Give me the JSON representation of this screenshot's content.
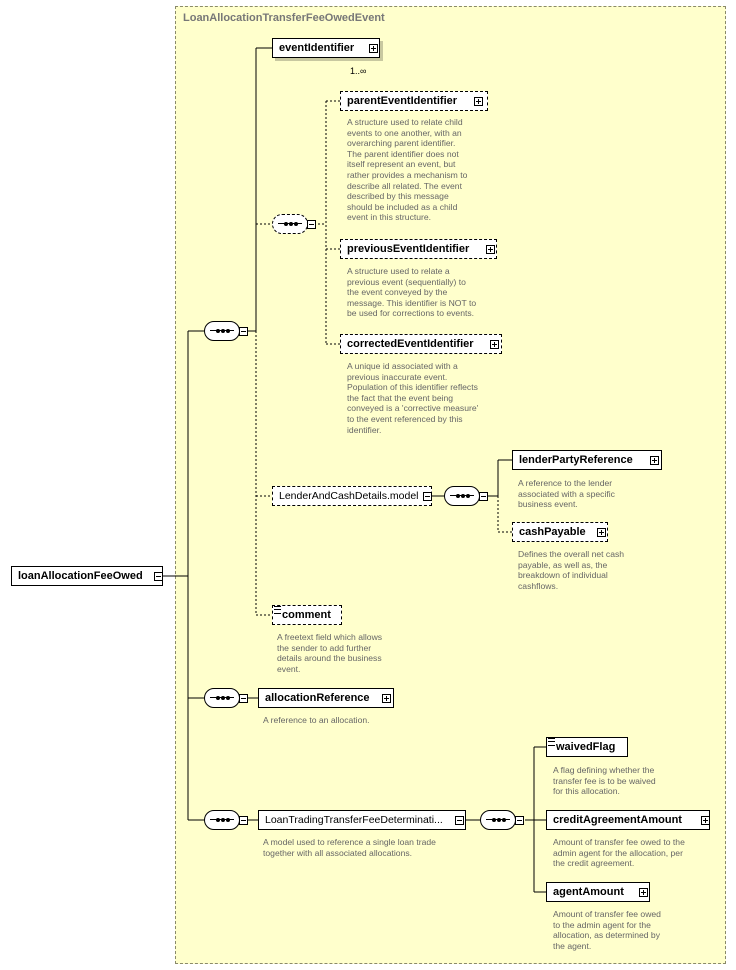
{
  "region": {
    "title": "LoanAllocationTransferFeeOwedEvent"
  },
  "root": {
    "label": "loanAllocationFeeOwed"
  },
  "elements": {
    "eventIdentifier": {
      "label": "eventIdentifier",
      "cardinality": "1..∞"
    },
    "parentEventIdentifier": {
      "label": "parentEventIdentifier",
      "desc": "A structure used to relate child\nevents to one another, with an\noverarching parent identifier.\nThe parent identifier does not\nitself represent an event, but\nrather provides a mechanism to\ndescribe all related. The event\ndescribed by this message\nshould be included as a child\nevent in this structure."
    },
    "previousEventIdentifier": {
      "label": "previousEventIdentifier",
      "desc": "A structure used to relate a\nprevious event (sequentially) to\nthe event conveyed by the\nmessage. This identifier is NOT to\nbe used for corrections to events."
    },
    "correctedEventIdentifier": {
      "label": "correctedEventIdentifier",
      "desc": "A unique id associated with a\nprevious inaccurate event.\nPopulation of this identifier reflects\nthe fact that the event being\nconveyed is a 'corrective measure'\nto the event referenced by this\nidentifier."
    },
    "lenderAndCashDetails": {
      "label": "LenderAndCashDetails.model"
    },
    "lenderPartyReference": {
      "label": "lenderPartyReference",
      "desc": "A reference to the lender\nassociated with a specific\nbusiness event."
    },
    "cashPayable": {
      "label": "cashPayable",
      "desc": "Defines the overall net cash\npayable, as well as, the\nbreakdown of individual\ncashflows."
    },
    "comment": {
      "label": "comment",
      "desc": "A freetext field which allows\nthe sender to add further\ndetails around the business\nevent."
    },
    "allocationReference": {
      "label": "allocationReference",
      "desc": "A reference to an allocation."
    },
    "loanTradingModel": {
      "label": "LoanTradingTransferFeeDeterminati...",
      "desc": "A model used to reference a single loan trade\ntogether with all associated allocations."
    },
    "waivedFlag": {
      "label": "waivedFlag",
      "desc": "A flag defining whether the\ntransfer fee is to be waived\nfor this allocation."
    },
    "creditAgreementAmount": {
      "label": "creditAgreementAmount",
      "desc": "Amount of transfer fee owed to the\nadmin agent for the allocation, per\nthe credit agreement."
    },
    "agentAmount": {
      "label": "agentAmount",
      "desc": "Amount of transfer fee owed\nto the admin agent for the\nallocation, as determined by\nthe agent."
    }
  },
  "colors": {
    "background": "#ffffcc",
    "border": "#000000",
    "desc_text": "#666666"
  }
}
